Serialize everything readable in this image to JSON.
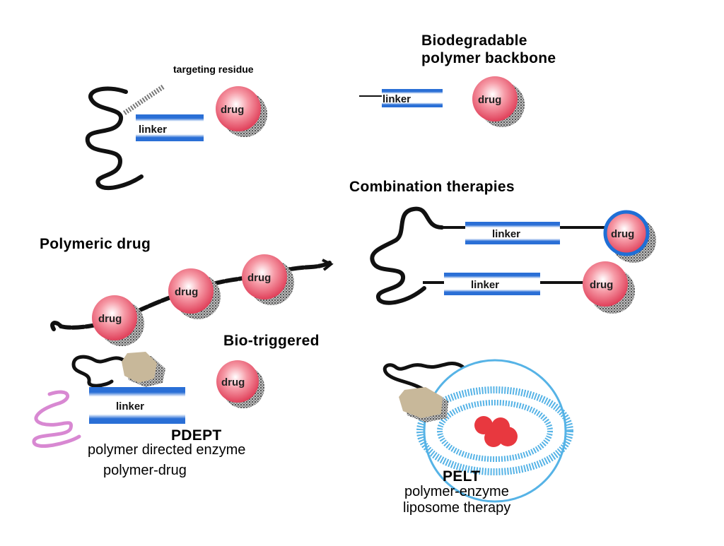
{
  "labels": {
    "targeting_residue": "targeting residue",
    "biodegradable": "Biodegradable",
    "polymer_backbone": "polymer backbone",
    "combination_therapies": "Combination therapies",
    "polymeric_drug": "Polymeric drug",
    "bio_triggered": "Bio-triggered",
    "pdept": "PDEPT",
    "pdept_line1": "polymer directed enzyme",
    "pdept_line2": "polymer-drug",
    "pelt": "PELT",
    "pelt_line1": "polymer-enzyme",
    "pelt_line2": "liposome therapy",
    "linker": "linker",
    "drug": "drug"
  },
  "colors": {
    "drug_fill": "#f47c8a",
    "drug_highlight": "#ffffff",
    "drug_blue_ring": "#1f6fd6",
    "linker_blue": "#2a6fd6",
    "chain": "#111111",
    "enzyme": "#c8b89a",
    "liposome": "#56b3e6",
    "liposome_core": "#e8383f",
    "pink_chain": "#d888d2",
    "shadow": "#555555"
  }
}
